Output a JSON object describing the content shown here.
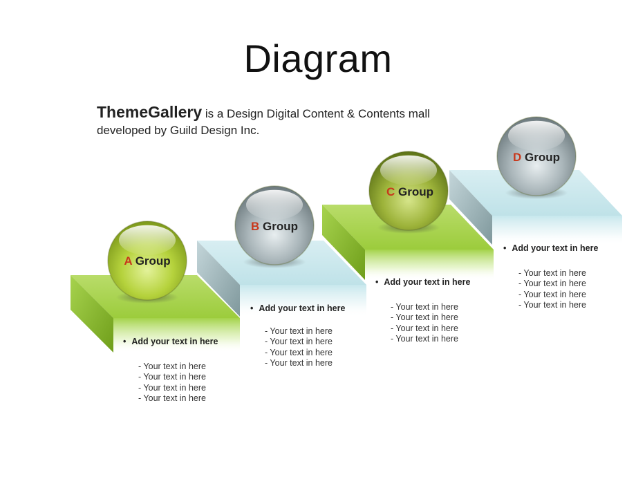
{
  "page": {
    "title": "Diagram"
  },
  "intro": {
    "brand": "ThemeGallery",
    "text": " is a Design Digital Content & Contents mall developed by Guild Design Inc."
  },
  "colors": {
    "accent_letter": "#c8391c",
    "green_top": "#a8d34a",
    "blue_top": "#cfe9ee",
    "green_ball": "#b5cf3c",
    "olive_ball": "#9cb13a",
    "gray_ball": "#a9b4b8"
  },
  "steps": [
    {
      "letter": "A",
      "label": " Group",
      "heading": "Add your text in here",
      "items": [
        "Your text in here",
        "Your text in here",
        "Your text in here",
        "Your text in here"
      ]
    },
    {
      "letter": "B",
      "label": " Group",
      "heading": "Add your text in here",
      "items": [
        "Your text in here",
        "Your text in here",
        "Your text in here",
        "Your text in here"
      ]
    },
    {
      "letter": "C",
      "label": " Group",
      "heading": "Add your text in here",
      "items": [
        "Your text in here",
        "Your text in here",
        "Your text in here",
        "Your text in here"
      ]
    },
    {
      "letter": "D",
      "label": " Group",
      "heading": "Add your text in here",
      "items": [
        "Your text in here",
        "Your text in here",
        "Your text in here",
        "Your text in here"
      ]
    }
  ]
}
